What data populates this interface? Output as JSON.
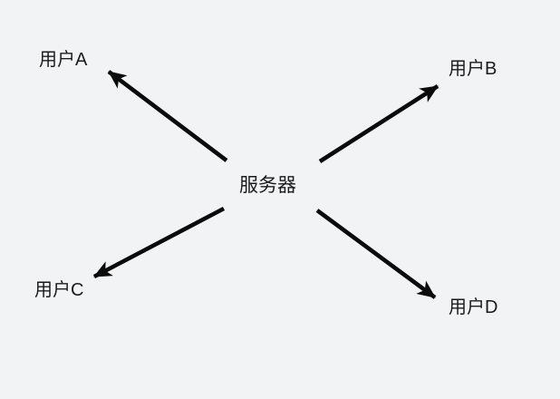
{
  "diagram": {
    "title": "server-to-users-broadcast",
    "center_node": {
      "id": "server",
      "label": "服务器"
    },
    "nodes": [
      {
        "id": "userA",
        "label": "用户A",
        "position": "top-left"
      },
      {
        "id": "userB",
        "label": "用户B",
        "position": "top-right"
      },
      {
        "id": "userC",
        "label": "用户C",
        "position": "bottom-left"
      },
      {
        "id": "userD",
        "label": "用户D",
        "position": "bottom-right"
      }
    ],
    "edges": [
      {
        "from": "server",
        "to": "userA",
        "directed": true
      },
      {
        "from": "server",
        "to": "userB",
        "directed": true
      },
      {
        "from": "server",
        "to": "userC",
        "directed": true
      },
      {
        "from": "server",
        "to": "userD",
        "directed": true
      }
    ],
    "colors": {
      "background": "#f2f3f4",
      "arrow": "#0b0b0b",
      "text": "#1b1b1b"
    }
  }
}
